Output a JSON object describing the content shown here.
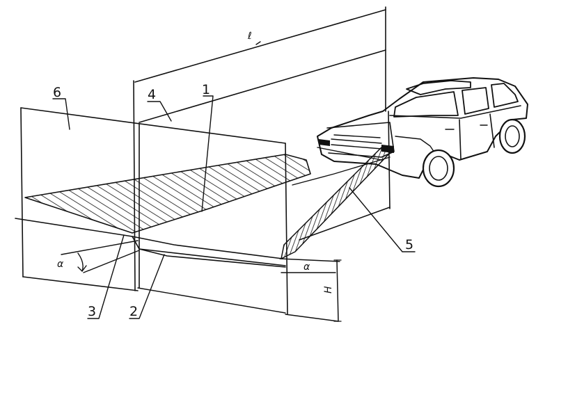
{
  "diagram": {
    "labels": {
      "l": "ℓ",
      "n1": "1",
      "n2": "2",
      "n3": "3",
      "n4": "4",
      "n5": "5",
      "n6": "6",
      "alpha_left": "α",
      "alpha_right": "α",
      "h": "H"
    },
    "colors": {
      "ink": "#111111",
      "background": "#ffffff"
    }
  }
}
